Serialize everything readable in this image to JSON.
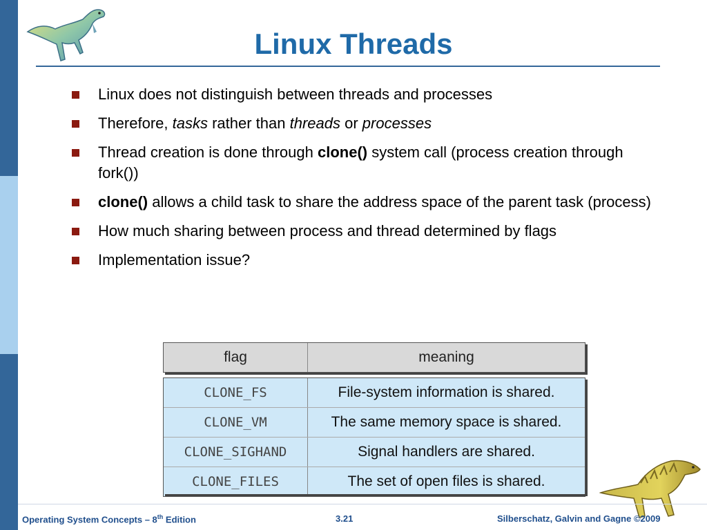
{
  "slide": {
    "title": "Linux Threads"
  },
  "bullets": [
    {
      "parts": [
        {
          "text": "Linux does not distinguish between threads and processes",
          "style": "normal"
        }
      ]
    },
    {
      "parts": [
        {
          "text": "Therefore, ",
          "style": "normal"
        },
        {
          "text": "tasks",
          "style": "italic"
        },
        {
          "text": " rather than ",
          "style": "normal"
        },
        {
          "text": "threads",
          "style": "italic"
        },
        {
          "text": " or ",
          "style": "normal"
        },
        {
          "text": "processes",
          "style": "italic"
        }
      ]
    },
    {
      "parts": [
        {
          "text": "Thread creation is done through ",
          "style": "normal"
        },
        {
          "text": "clone()",
          "style": "bold"
        },
        {
          "text": " system call (process creation through fork())",
          "style": "normal"
        }
      ]
    },
    {
      "parts": [
        {
          "text": "clone()",
          "style": "bold"
        },
        {
          "text": " allows a child task to share the address space of the parent task (process)",
          "style": "normal"
        }
      ]
    },
    {
      "parts": [
        {
          "text": "How much sharing between process and thread determined by flags",
          "style": "normal"
        }
      ]
    },
    {
      "parts": [
        {
          "text": "Implementation issue?",
          "style": "normal"
        }
      ]
    }
  ],
  "flags_table": {
    "headers": [
      "flag",
      "meaning"
    ],
    "rows": [
      [
        "CLONE_FS",
        "File-system information is shared."
      ],
      [
        "CLONE_VM",
        "The same memory space is shared."
      ],
      [
        "CLONE_SIGHAND",
        "Signal handlers are shared."
      ],
      [
        "CLONE_FILES",
        "The set of open files is shared."
      ]
    ]
  },
  "footer": {
    "left_prefix": "Operating System Concepts – 8",
    "left_sup": "th",
    "left_suffix": " Edition",
    "page": "3.21",
    "right": "Silberschatz, Galvin and Gagne ©2009"
  },
  "colors": {
    "title": "#1f6aa8",
    "stripe_dark": "#336699",
    "stripe_light": "#a9d0ee",
    "bullet_square": "#8b1a10",
    "table_header_bg": "#d9d9d9",
    "table_body_bg": "#cfe8f8",
    "footer_text": "#1f4e8c"
  },
  "decorations": {
    "top_left_image": "dinosaur-icon",
    "bottom_right_image": "dinosaur-icon"
  }
}
